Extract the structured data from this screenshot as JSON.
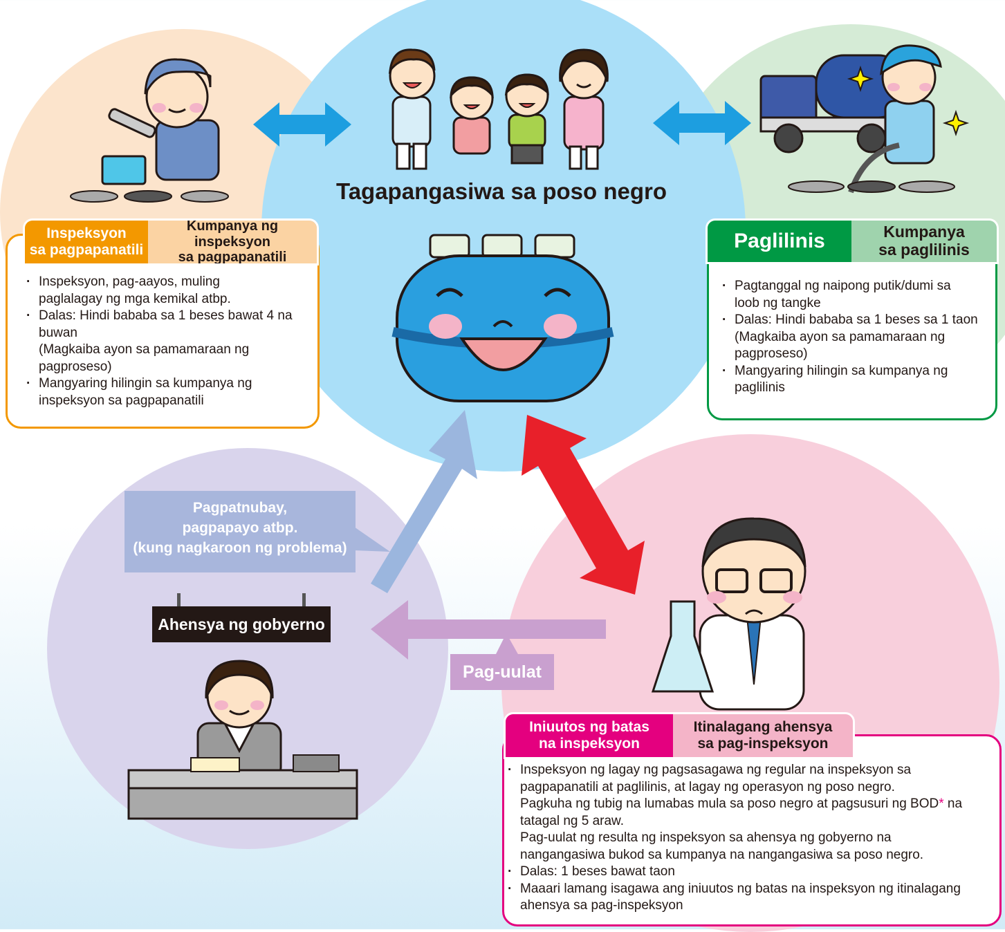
{
  "center": {
    "title": "Tagapangasiwa sa poso negro"
  },
  "maintenance": {
    "header_left": "Inspeksyon\nsa pagpapanatili",
    "header_right": "Kumpanya ng inspeksyon\nsa pagpapanatili",
    "items": [
      "Inspeksyon, pag-aayos, muling\npaglalagay ng mga kemikal atbp.",
      "Dalas: Hindi bababa sa 1 beses bawat 4 na\nbuwan\n(Magkaiba ayon sa pamamaraan ng\npagproseso)",
      "Mangyaring hilingin sa kumpanya ng\ninspeksyon sa pagpapanatili"
    ]
  },
  "cleaning": {
    "header_left": "Paglilinis",
    "header_right": "Kumpanya\nsa paglilinis",
    "items": [
      "Pagtanggal ng naipong putik/dumi sa\nloob ng tangke",
      "Dalas: Hindi bababa sa 1 beses sa 1 taon\n(Magkaiba ayon sa pamamaraan ng\npagproseso)",
      "Mangyaring hilingin sa kumpanya ng\npaglilinis"
    ]
  },
  "government": {
    "sign": "Ahensya ng gobyerno",
    "guidance": "Pagpatnubay,\npagpapayo atbp.\n(kung nagkaroon ng problema)",
    "report": "Pag-uulat"
  },
  "legal": {
    "header_left": "Iniuutos ng batas\nna inspeksyon",
    "header_right": "Itinalagang ahensya\nsa pag-inspeksyon",
    "item1_line1": "Inspeksyon ng lagay ng pagsasagawa ng regular na inspeksyon sa\npagpapanatili at paglilinis, at lagay ng operasyon ng poso negro.\nPagkuha ng tubig na lumabas mula sa poso negro at pagsusuri ng BOD",
    "item1_star": "*",
    "item1_rest": " na\ntatagal ng 5 araw.\nPag-uulat ng resulta ng inspeksyon sa ahensya ng gobyerno na\nnangangasiwa bukod sa kumpanya na nangangasiwa sa poso negro.",
    "items": [
      "Dalas: 1 beses bawat taon",
      "Maaari lamang isagawa ang iniuutos ng batas na inspeksyon ng itinalagang\nahensya sa pag-inspeksyon"
    ]
  },
  "colors": {
    "orange": "#f39800",
    "orange_light": "#fbd3a3",
    "green": "#009944",
    "green_light": "#9fd3ad",
    "magenta": "#e4007f",
    "pink": "#f4b4c8",
    "blue_arrow": "#1d9ee0",
    "red_arrow": "#e8202a",
    "lavender_arrow": "#c9a0cf",
    "steel_arrow": "#9bb6de"
  }
}
